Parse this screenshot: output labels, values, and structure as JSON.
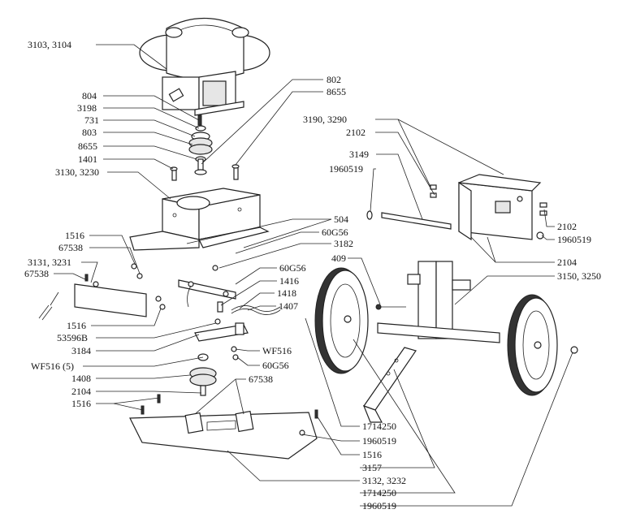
{
  "labels": [
    {
      "id": "3103_3104",
      "text": "3103, 3104"
    },
    {
      "id": "804",
      "text": "804"
    },
    {
      "id": "3198",
      "text": "3198"
    },
    {
      "id": "731",
      "text": "731"
    },
    {
      "id": "803",
      "text": "803"
    },
    {
      "id": "8655a",
      "text": "8655"
    },
    {
      "id": "1401",
      "text": "1401"
    },
    {
      "id": "3130_3230",
      "text": "3130, 3230"
    },
    {
      "id": "802",
      "text": "802"
    },
    {
      "id": "8655b",
      "text": "8655"
    },
    {
      "id": "3190_3290",
      "text": "3190, 3290"
    },
    {
      "id": "2102a",
      "text": "2102"
    },
    {
      "id": "3149",
      "text": "3149"
    },
    {
      "id": "1960519a",
      "text": "1960519"
    },
    {
      "id": "2102b",
      "text": "2102"
    },
    {
      "id": "1960519b",
      "text": "1960519"
    },
    {
      "id": "504",
      "text": "504"
    },
    {
      "id": "60G56a",
      "text": "60G56"
    },
    {
      "id": "3182",
      "text": "3182"
    },
    {
      "id": "2104a",
      "text": "2104"
    },
    {
      "id": "1516a",
      "text": "1516"
    },
    {
      "id": "67538a",
      "text": "67538"
    },
    {
      "id": "3131_3231",
      "text": "3131, 3231"
    },
    {
      "id": "67538b",
      "text": "67538"
    },
    {
      "id": "409",
      "text": "409"
    },
    {
      "id": "3150_3250",
      "text": "3150, 3250"
    },
    {
      "id": "60G56b",
      "text": "60G56"
    },
    {
      "id": "1416",
      "text": "1416"
    },
    {
      "id": "1418",
      "text": "1418"
    },
    {
      "id": "1407",
      "text": "1407"
    },
    {
      "id": "1516b",
      "text": "1516"
    },
    {
      "id": "53596B",
      "text": "53596B"
    },
    {
      "id": "3184",
      "text": "3184"
    },
    {
      "id": "WF516a",
      "text": "WF516"
    },
    {
      "id": "WF516_5",
      "text": "WF516 (5)"
    },
    {
      "id": "60G56c",
      "text": "60G56"
    },
    {
      "id": "1408",
      "text": "1408"
    },
    {
      "id": "67538c",
      "text": "67538"
    },
    {
      "id": "2104b",
      "text": "2104"
    },
    {
      "id": "1516c",
      "text": "1516"
    },
    {
      "id": "1714250a",
      "text": "1714250"
    },
    {
      "id": "1960519c",
      "text": "1960519"
    },
    {
      "id": "1516d",
      "text": "1516"
    },
    {
      "id": "3157",
      "text": "3157"
    },
    {
      "id": "3132_3232",
      "text": "3132, 3232"
    },
    {
      "id": "1714250b",
      "text": "1714250"
    },
    {
      "id": "1960519d",
      "text": "1960519"
    }
  ]
}
